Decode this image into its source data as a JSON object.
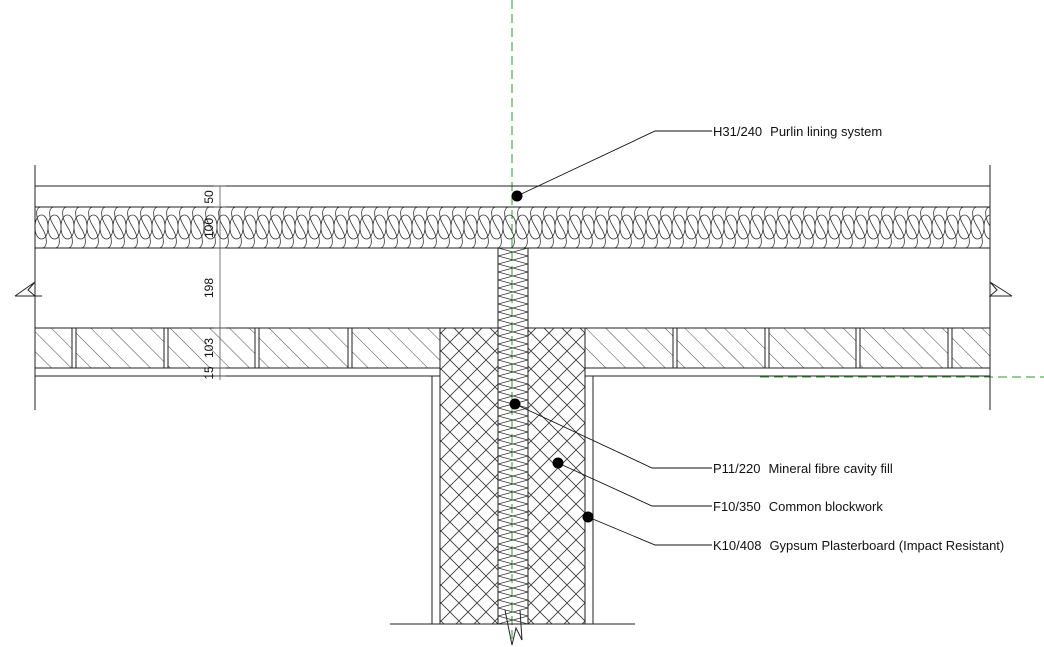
{
  "labels": [
    {
      "code": "H31/240",
      "text": "Purlin lining system"
    },
    {
      "code": "P11/220",
      "text": "Mineral fibre cavity fill"
    },
    {
      "code": "F10/350",
      "text": "Common blockwork"
    },
    {
      "code": "K10/408",
      "text": "Gypsum Plasterboard (Impact Resistant)"
    }
  ],
  "dimensions": [
    "50",
    "100",
    "198",
    "103",
    "15"
  ],
  "colors": {
    "line": "#222222",
    "gridline": "#2a9a2a"
  }
}
